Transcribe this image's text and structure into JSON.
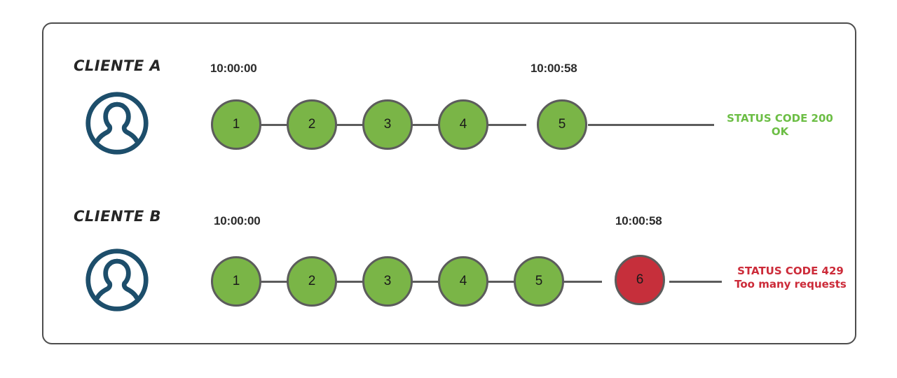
{
  "diagram": {
    "title_hidden": "",
    "colors": {
      "frame_border": "#4d4d4d",
      "node_ok_fill": "#7AB547",
      "node_fail_fill": "#C62F3B",
      "node_border": "#5c5c5c",
      "connector": "#5c5c5c",
      "avatar": "#1D4E6B",
      "status_ok_text": "#6CBE45",
      "status_fail_text": "#CC2B39"
    },
    "rows": [
      {
        "client_label": "CLIENTE A",
        "avatar_icon": "user-avatar-icon",
        "time_start": "10:00:00",
        "time_end": "10:00:58",
        "nodes": [
          {
            "label": "1",
            "state": "ok"
          },
          {
            "label": "2",
            "state": "ok"
          },
          {
            "label": "3",
            "state": "ok"
          },
          {
            "label": "4",
            "state": "ok"
          },
          {
            "label": "5",
            "state": "ok"
          }
        ],
        "status": {
          "line1": "STATUS CODE 200",
          "line2": "OK",
          "state": "ok"
        }
      },
      {
        "client_label": "CLIENTE B",
        "avatar_icon": "user-avatar-icon",
        "time_start": "10:00:00",
        "time_end": "10:00:58",
        "nodes": [
          {
            "label": "1",
            "state": "ok"
          },
          {
            "label": "2",
            "state": "ok"
          },
          {
            "label": "3",
            "state": "ok"
          },
          {
            "label": "4",
            "state": "ok"
          },
          {
            "label": "5",
            "state": "ok"
          },
          {
            "label": "6",
            "state": "fail"
          }
        ],
        "status": {
          "line1": "STATUS CODE 429",
          "line2": "Too many requests",
          "state": "fail"
        }
      }
    ]
  }
}
